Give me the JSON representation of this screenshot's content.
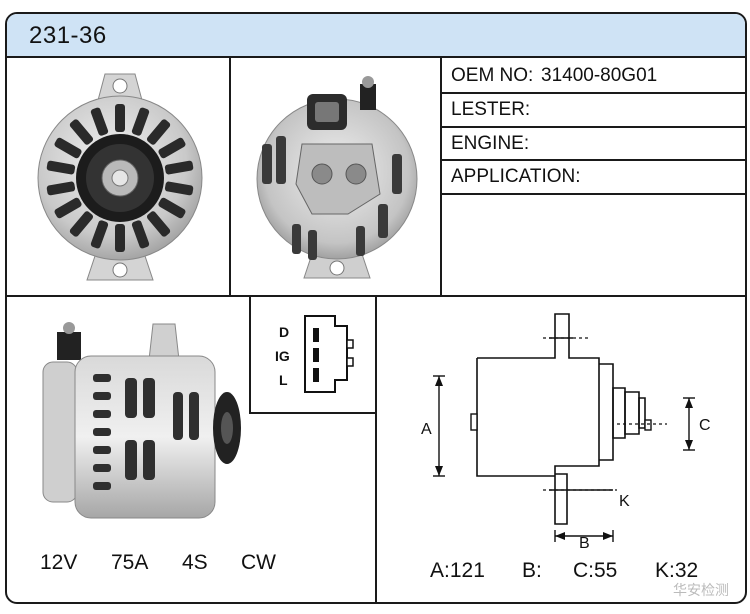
{
  "header": {
    "title": "231-36"
  },
  "specs": {
    "oem_label": "OEM NO:",
    "oem_value": "31400-80G01",
    "lester_label": "LESTER:",
    "engine_label": "ENGINE:",
    "application_label": "APPLICATION:"
  },
  "connector": {
    "pins": [
      "D",
      "IG",
      "L"
    ]
  },
  "electrical": {
    "voltage": "12V",
    "amperage": "75A",
    "pulley": "4S",
    "rotation": "CW"
  },
  "dimensions": {
    "labels": {
      "a": "A",
      "b": "B",
      "c": "C",
      "k": "K"
    },
    "a": "A:121",
    "b": "B:",
    "c": "C:55",
    "k": "K:32"
  },
  "watermark": "华安检测"
}
